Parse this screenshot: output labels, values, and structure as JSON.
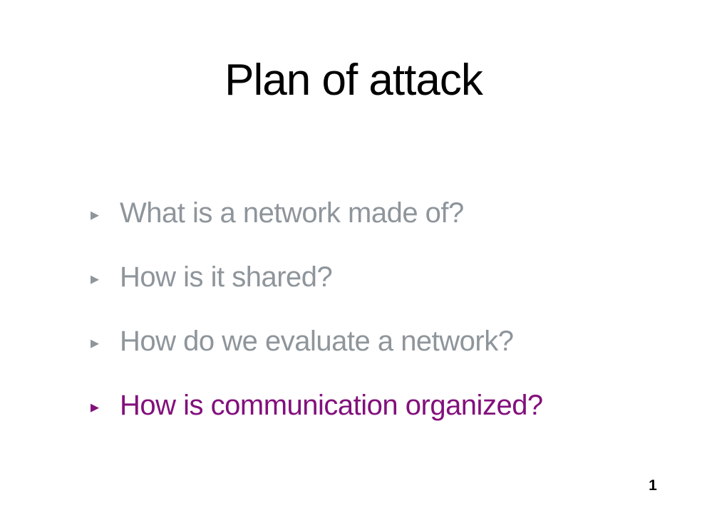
{
  "slide": {
    "title": "Plan of attack",
    "bullet_glyph": "▸",
    "bullets": [
      {
        "text": "What is a network made of?",
        "emphasis": "dimmed"
      },
      {
        "text": "How is it shared?",
        "emphasis": "dimmed"
      },
      {
        "text": "How do we evaluate a network?",
        "emphasis": "dimmed"
      },
      {
        "text": "How is communication organized?",
        "emphasis": "highlight"
      }
    ],
    "page_number": "1"
  },
  "colors": {
    "background": "#ffffff",
    "title-text": "#000000",
    "dimmed-text": "#8e959b",
    "highlight-text": "#82107c",
    "page-number-text": "#000000"
  }
}
